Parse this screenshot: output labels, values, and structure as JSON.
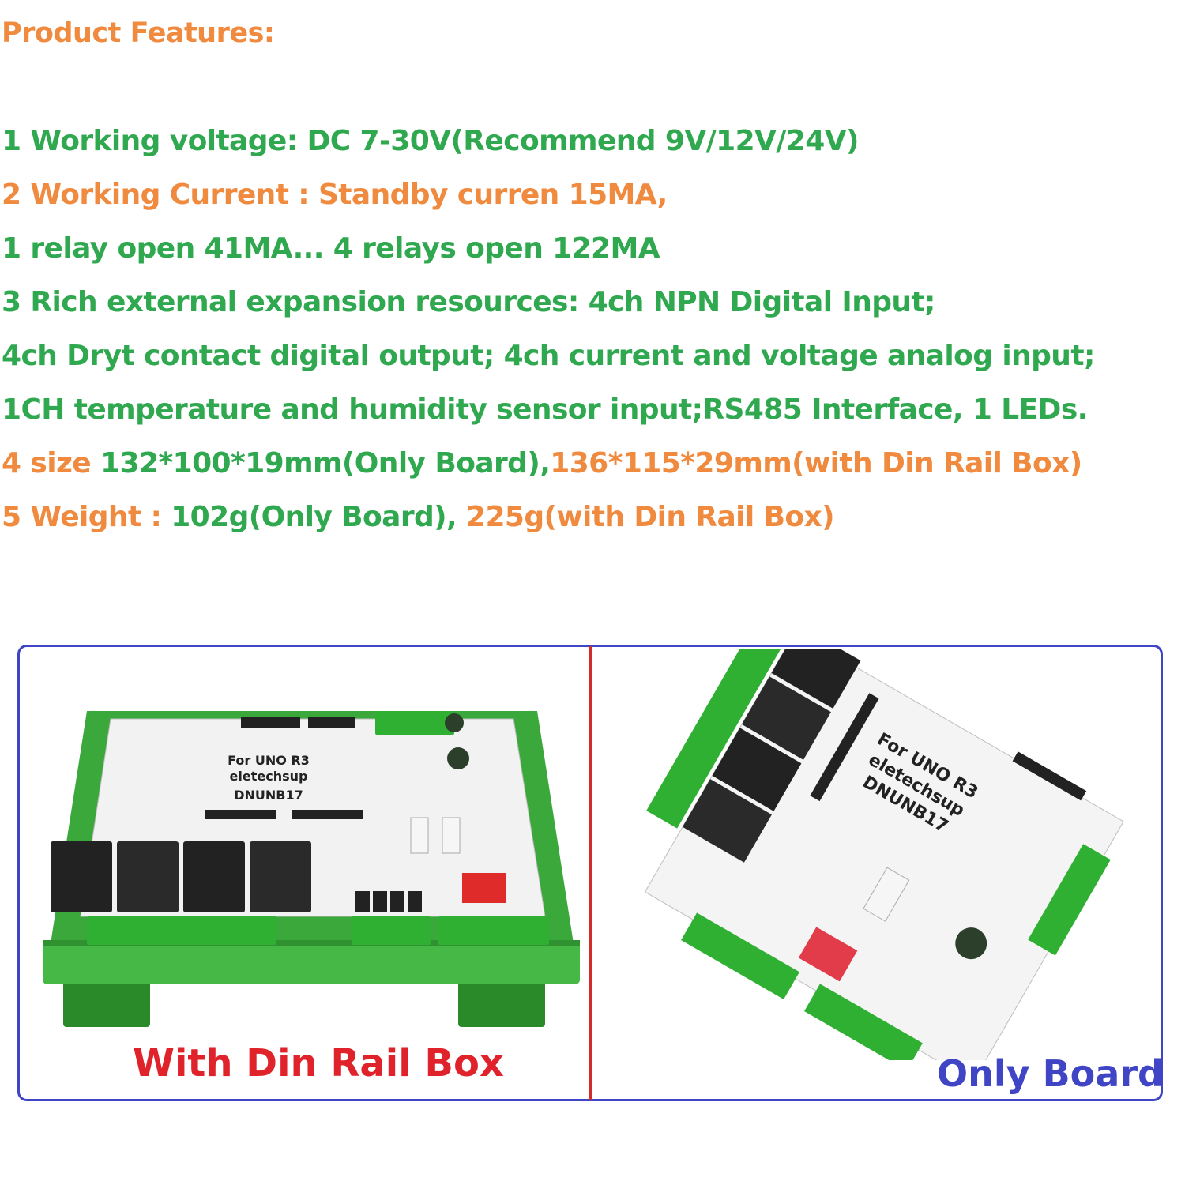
{
  "heading": "Product Features:",
  "features": [
    {
      "text": "1 Working voltage: DC 7-30V(Recommend 9V/12V/24V)",
      "color": "#2fa84f"
    },
    {
      "text": "2 Working Current : Standby curren 15MA,",
      "color": "#ef8a3e"
    },
    {
      "text": "1 relay open 41MA... 4 relays open 122MA",
      "color": "#2fa84f"
    },
    {
      "text": "3 Rich external expansion resources: 4ch NPN Digital Input;",
      "color": "#2fa84f"
    },
    {
      "text": "4ch Dryt contact digital output; 4ch current and voltage analog input;",
      "color": "#2fa84f"
    },
    {
      "text": "1CH temperature and humidity sensor input;RS485 Interface, 1 LEDs.",
      "color": "#2fa84f"
    }
  ],
  "line7": {
    "a": "4 size ",
    "b": "132*100*19mm(Only Board),",
    "c": "136*115*29mm(with Din Rail Box)"
  },
  "line8": {
    "a": "5 Weight : ",
    "b": "102g(Only Board), ",
    "c": "225g(with Din Rail Box)"
  },
  "board_labels": {
    "line1": "For UNO R3",
    "line2": "eletechsup",
    "line3": "DNUNB17"
  },
  "captions": {
    "left": "With Din Rail Box",
    "right": "Only Board"
  },
  "colors": {
    "green_text": "#2fa84f",
    "orange_text": "#ef8a3e",
    "frame": "#3f45c4",
    "divider": "#d42a2a",
    "caption_left": "#e0222b",
    "caption_right": "#3f45c4"
  }
}
